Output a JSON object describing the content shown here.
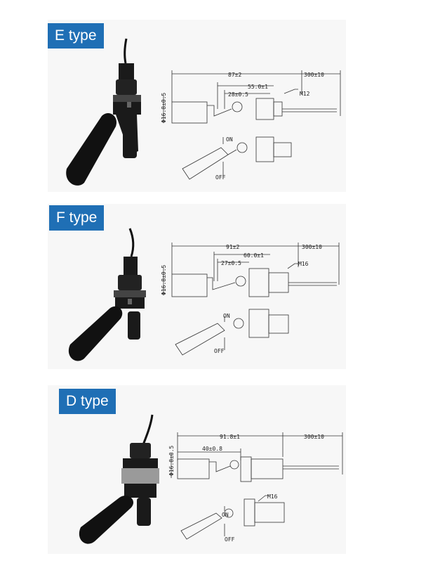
{
  "sections": [
    {
      "label": "E type",
      "dims": {
        "diameter": "Φ16.8±0.5",
        "overall": "87±2",
        "mid": "55.0±1",
        "inner": "28±0.5",
        "cable": "300±10",
        "thread": "M12",
        "on": "ON",
        "off": "OFF"
      }
    },
    {
      "label": "F type",
      "dims": {
        "diameter": "Φ16.8±0.5",
        "overall": "91±2",
        "mid": "60.0±1",
        "inner": "27±0.5",
        "cable": "300±10",
        "thread": "M16",
        "on": "ON",
        "off": "OFF"
      }
    },
    {
      "label": "D type",
      "dims": {
        "diameter": "Φ16.8±0.5",
        "overall": "91.8±1",
        "inner": "40±0.8",
        "cable": "300±10",
        "thread": "M16",
        "on": "ON",
        "off": "OFF"
      }
    }
  ],
  "colors": {
    "label_bg": "#1f6fb5",
    "panel_bg": "#f7f7f7",
    "sensor_body": "#1a1a1a",
    "line": "#333333"
  }
}
